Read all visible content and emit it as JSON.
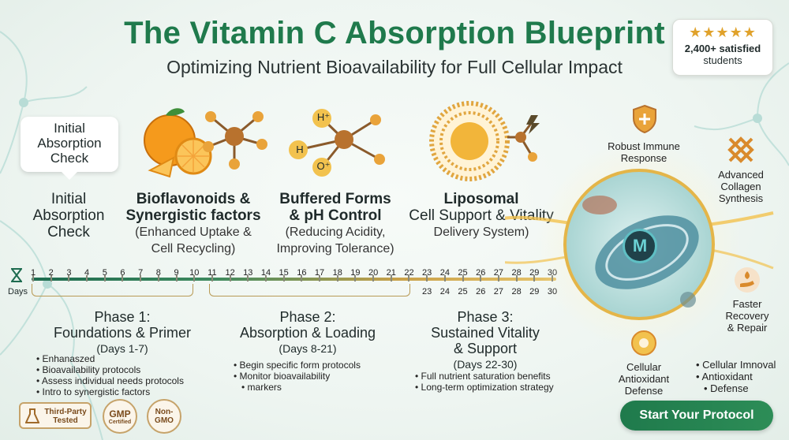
{
  "header": {
    "title": "The Vitamin C Absorption Blueprint",
    "subtitle": "Optimizing Nutrient Bioavailability for Full Cellular Impact"
  },
  "rating": {
    "stars": "★★★★★",
    "count_text": "2,400+ satisfied",
    "count_label": "students"
  },
  "bubble": {
    "text_1": "Initial",
    "text_2": "Absorption",
    "text_3": "Check"
  },
  "columns": [
    {
      "line1": "Initial",
      "line2": "Absorption",
      "line3": "Check"
    },
    {
      "title1": "Bioflavonoids &",
      "title2": "Synergistic factors",
      "sub1": "(Enhanced Uptake &",
      "sub2": "Cell Recycling)"
    },
    {
      "title1": "Buffered Forms",
      "title2": "& pH Control",
      "sub1": "(Reducing Acidity,",
      "sub2": "Improving Tolerance)"
    },
    {
      "title1": "Liposomal",
      "title2": "Cell Support & Vitality",
      "sub1": "Delivery System)"
    }
  ],
  "molecule_labels": {
    "h_plus": "H⁺",
    "h": "H",
    "o_plus": "O⁺"
  },
  "timeline": {
    "days_label": "Days",
    "days": [
      "1",
      "2",
      "3",
      "4",
      "5",
      "6",
      "7",
      "8",
      "9",
      "10",
      "11",
      "12",
      "13",
      "14",
      "15",
      "16",
      "17",
      "18",
      "19",
      "20",
      "21",
      "22",
      "23",
      "24",
      "25",
      "26",
      "27",
      "28",
      "29",
      "30"
    ],
    "days_repeat": [
      "23",
      "24",
      "25",
      "26",
      "27",
      "28",
      "29",
      "30"
    ]
  },
  "phases": [
    {
      "title1": "Phase 1:",
      "title2": "Foundations & Primer",
      "days": "(Days 1-7)",
      "bullets": [
        "Enhanaszed",
        "Bioavailability protocols",
        "Assess individual needs protocols",
        "Intro to synergistic factors"
      ]
    },
    {
      "title1": "Phase 2:",
      "title2": "Absorption & Loading",
      "days": "(Days 8-21)",
      "bullets": [
        "Begin specific form protocols",
        "Monitor bioavailability",
        "markers"
      ]
    },
    {
      "title1": "Phase 3:",
      "title2": "Sustained Vitality",
      "title3": "& Support",
      "days": "(Days 22-30)",
      "bullets": [
        "Full nutrient saturation benefits",
        "Long-term optimization strategy"
      ]
    }
  ],
  "cell": {
    "logo": "M",
    "benefits": [
      {
        "l1": "Robust Immune",
        "l2": "Response"
      },
      {
        "l1": "Advanced",
        "l2": "Collagen",
        "l3": "Synthesis"
      },
      {
        "l1": "Faster",
        "l2": "Recovery",
        "l3": "& Repair"
      },
      {
        "l1": "Cellular",
        "l2": "Antioxidant",
        "l3": "Defense"
      }
    ],
    "extra_bullets": [
      "Cellular Imnoval",
      "Antioxidant",
      "Defense"
    ]
  },
  "badges": [
    {
      "l1": "Third-Party",
      "l2": "Tested"
    },
    {
      "l1": "GMP",
      "l2": "Certified"
    },
    {
      "l1": "Non-",
      "l2": "GMO"
    }
  ],
  "cta": {
    "label": "Start Your Protocol"
  },
  "colors": {
    "brand_green": "#1f7a4c",
    "gold": "#e0a22c",
    "orange": "#f29a1f"
  }
}
